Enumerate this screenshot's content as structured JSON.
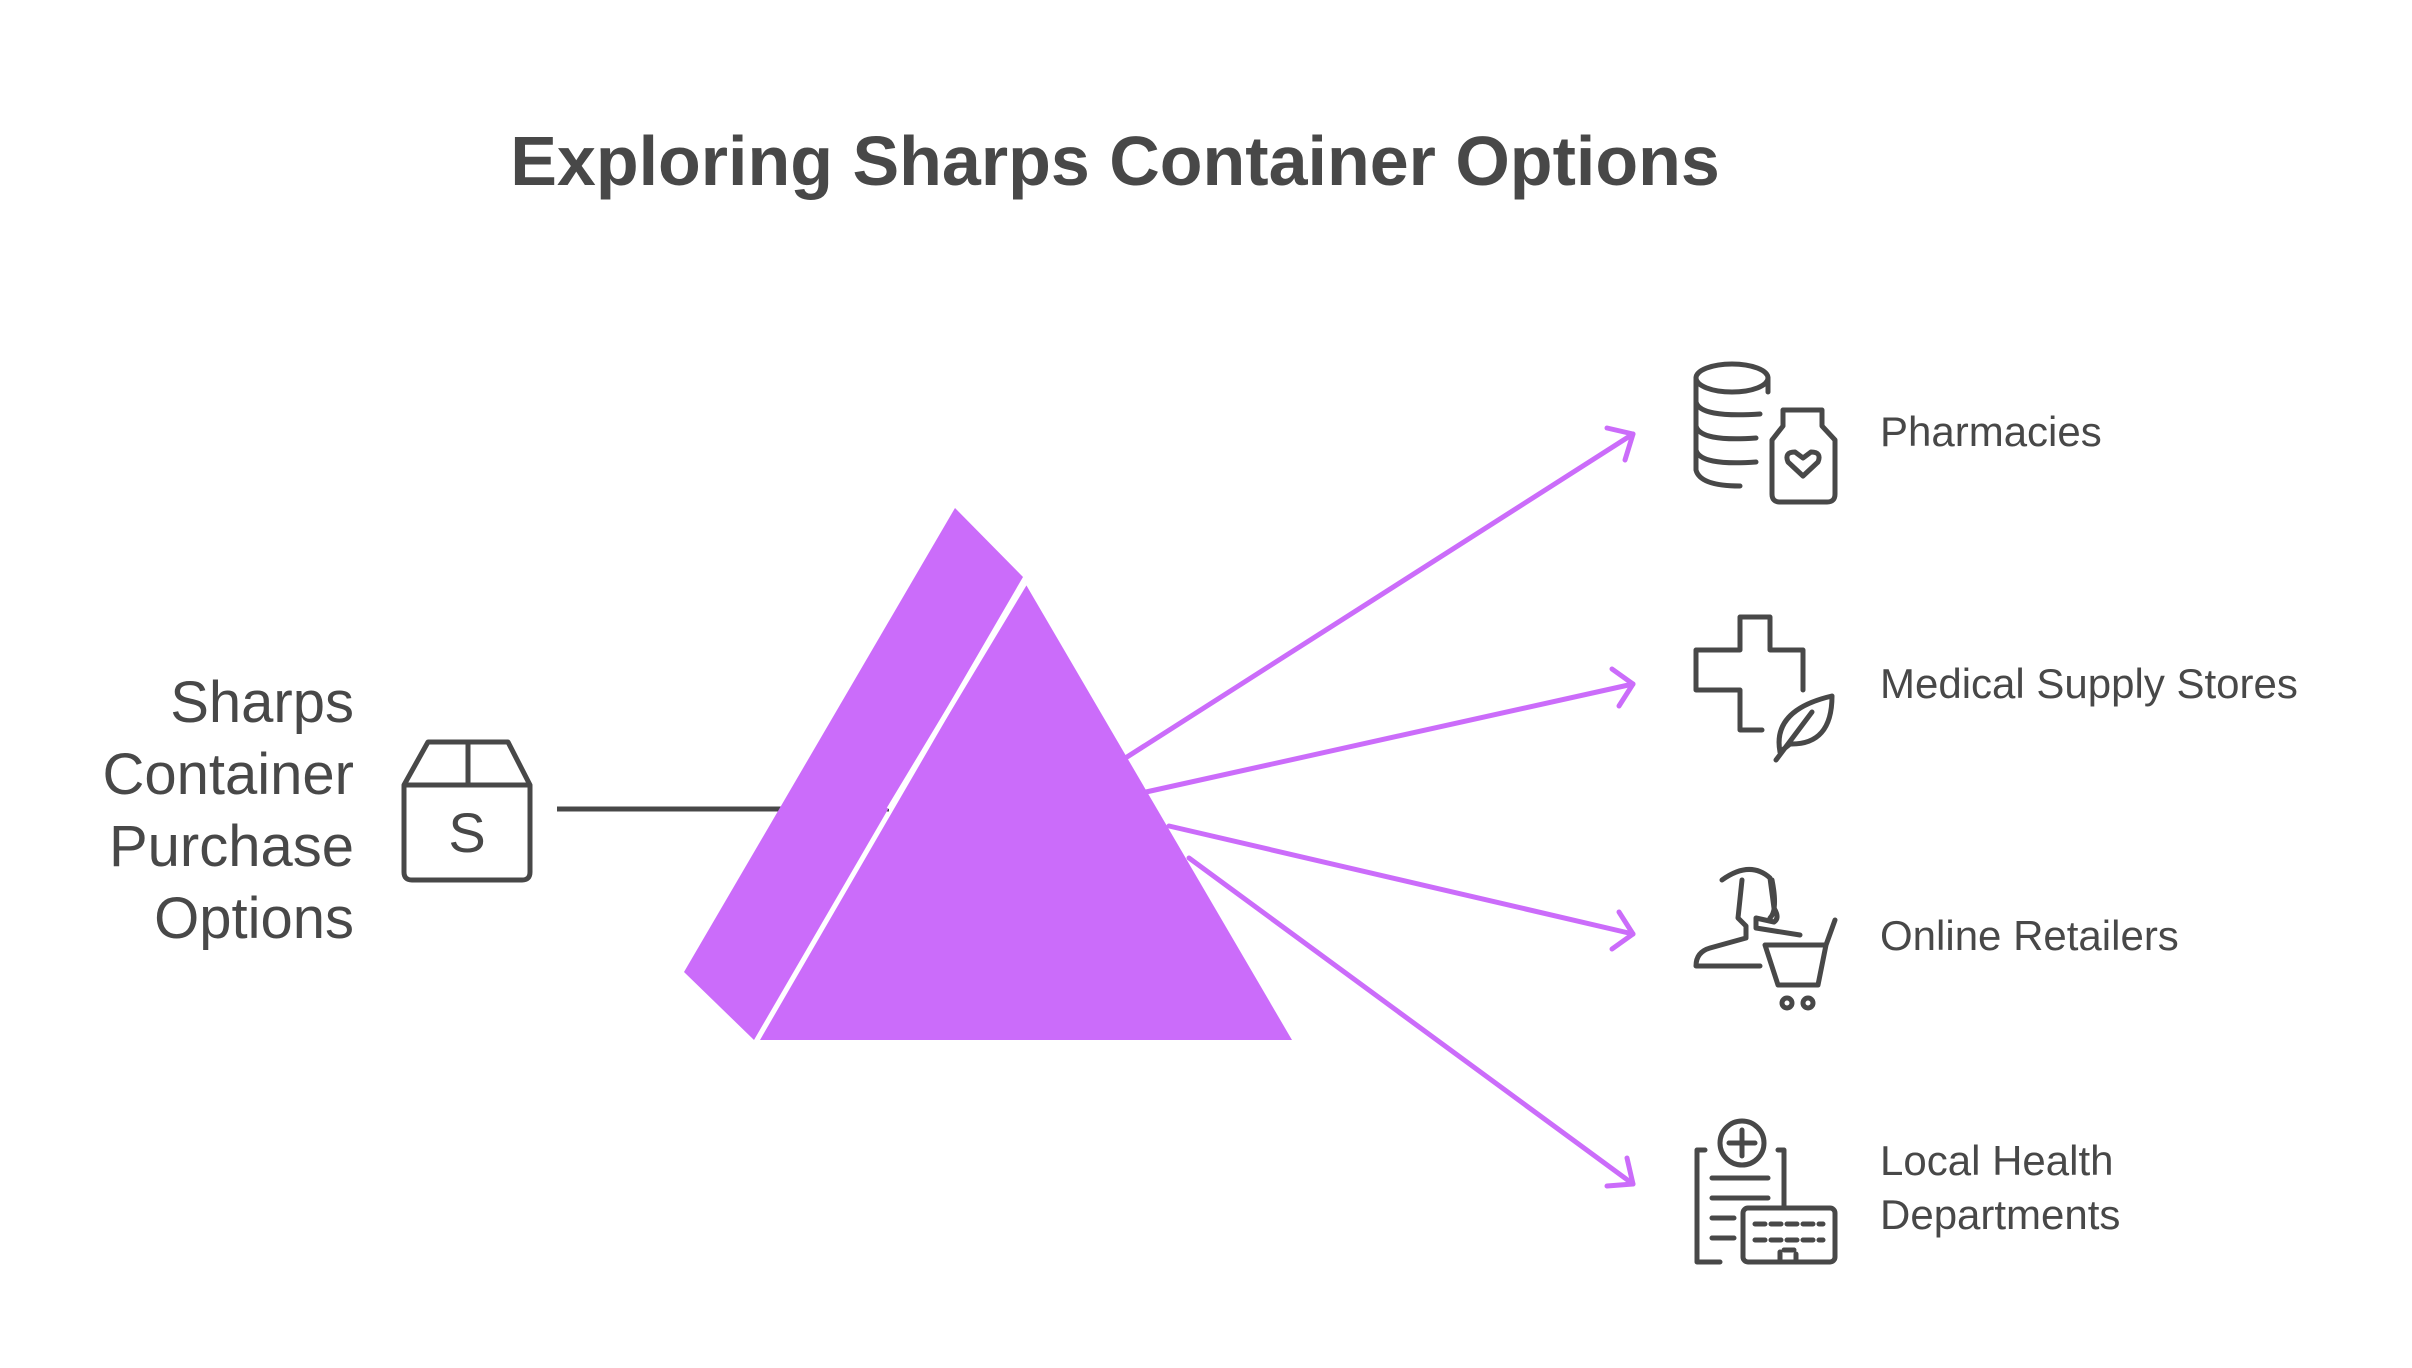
{
  "title": "Exploring Sharps Container Options",
  "source": {
    "lines": [
      "Sharps",
      "Container",
      "Purchase",
      "Options"
    ],
    "icon": "package-box-icon",
    "icon_letter": "S"
  },
  "colors": {
    "accent": "#CB6CFA",
    "text": "#484848"
  },
  "options": [
    {
      "lines": [
        "Pharmacies"
      ],
      "icon": "pharmacy-icon"
    },
    {
      "lines": [
        "Medical Supply Stores"
      ],
      "icon": "medical-cross-leaf-icon"
    },
    {
      "lines": [
        "Online Retailers"
      ],
      "icon": "shopper-cart-icon"
    },
    {
      "lines": [
        "Local Health",
        "Departments"
      ],
      "icon": "health-department-icon"
    }
  ]
}
